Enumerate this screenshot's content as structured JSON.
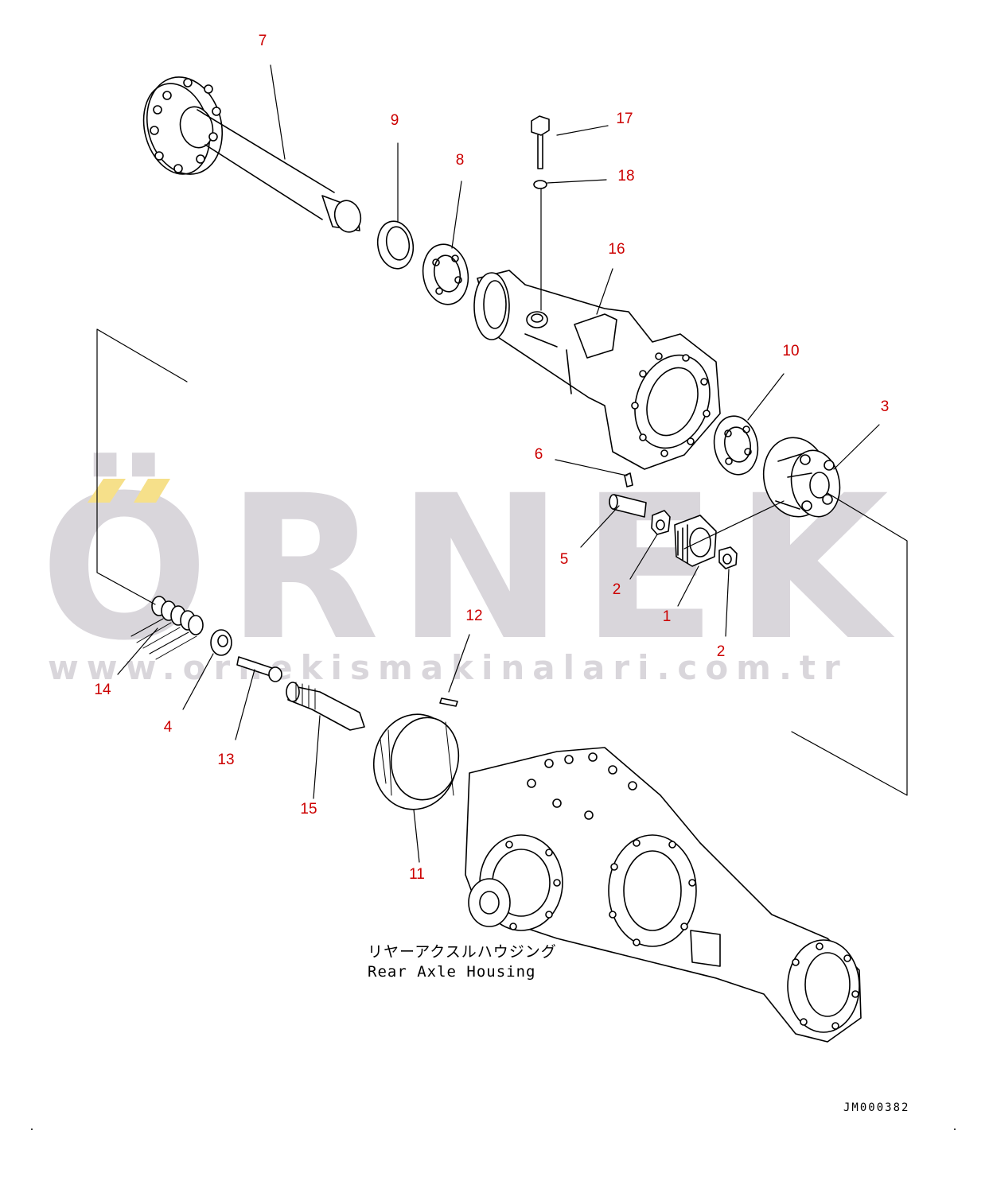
{
  "watermark": {
    "brand": "ÖRNEK",
    "url": "www.ornekismakinalari.com.tr",
    "accent_color": "#f6e08a",
    "text_color": "#d9d6db"
  },
  "callouts": {
    "c1": "1",
    "c2a": "2",
    "c2b": "2",
    "c3": "3",
    "c4": "4",
    "c5": "5",
    "c6": "6",
    "c7": "7",
    "c8": "8",
    "c9": "9",
    "c10": "10",
    "c11": "11",
    "c12": "12",
    "c13": "13",
    "c14": "14",
    "c15": "15",
    "c16": "16",
    "c17": "17",
    "c18": "18"
  },
  "callout_color": "#cc0000",
  "caption": {
    "japanese": "リヤーアクスルハウジング",
    "english": "Rear Axle Housing"
  },
  "drawing_code": "JM000382"
}
